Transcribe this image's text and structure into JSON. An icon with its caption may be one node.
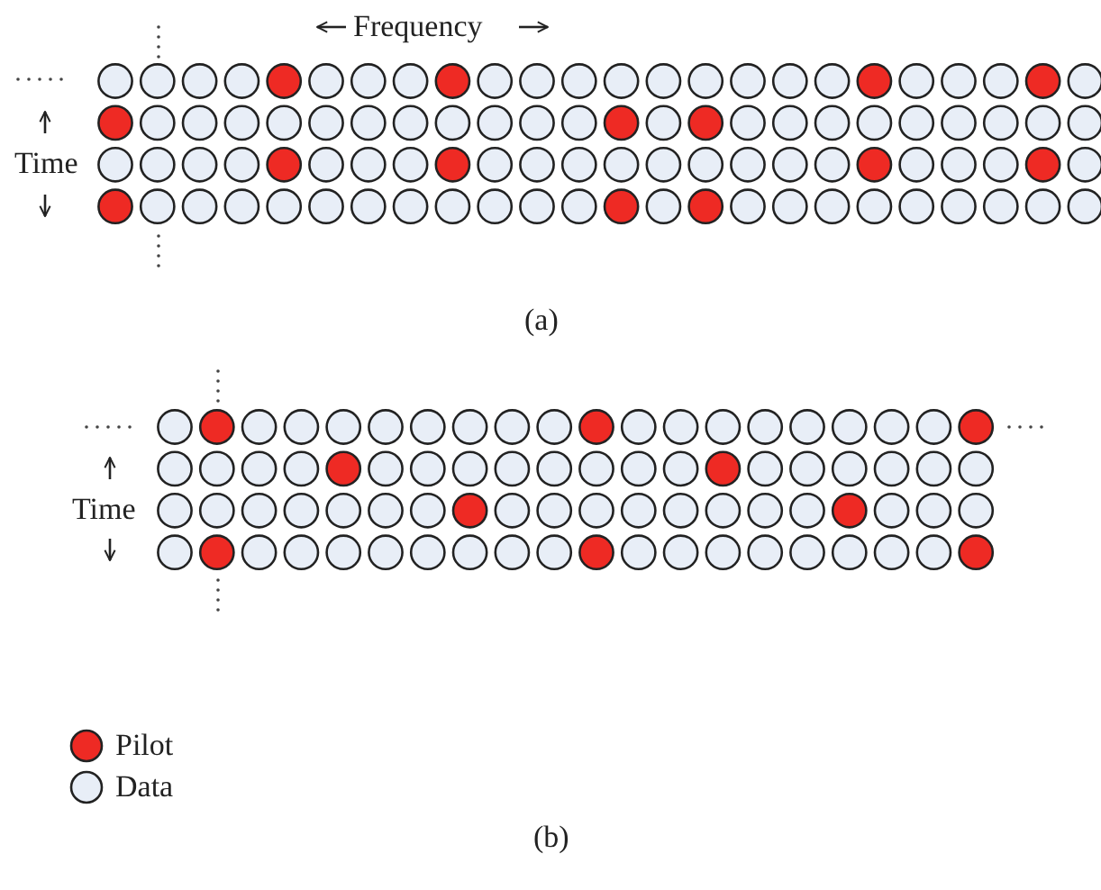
{
  "diagram": {
    "labels": [
      "Frequency",
      "Time",
      "(a)",
      "Time",
      "(b)"
    ],
    "legend": [
      {
        "text": "Pilot",
        "color": "#ee2a24"
      },
      {
        "text": "Data",
        "color": "#e8eef7"
      }
    ]
  }
}
